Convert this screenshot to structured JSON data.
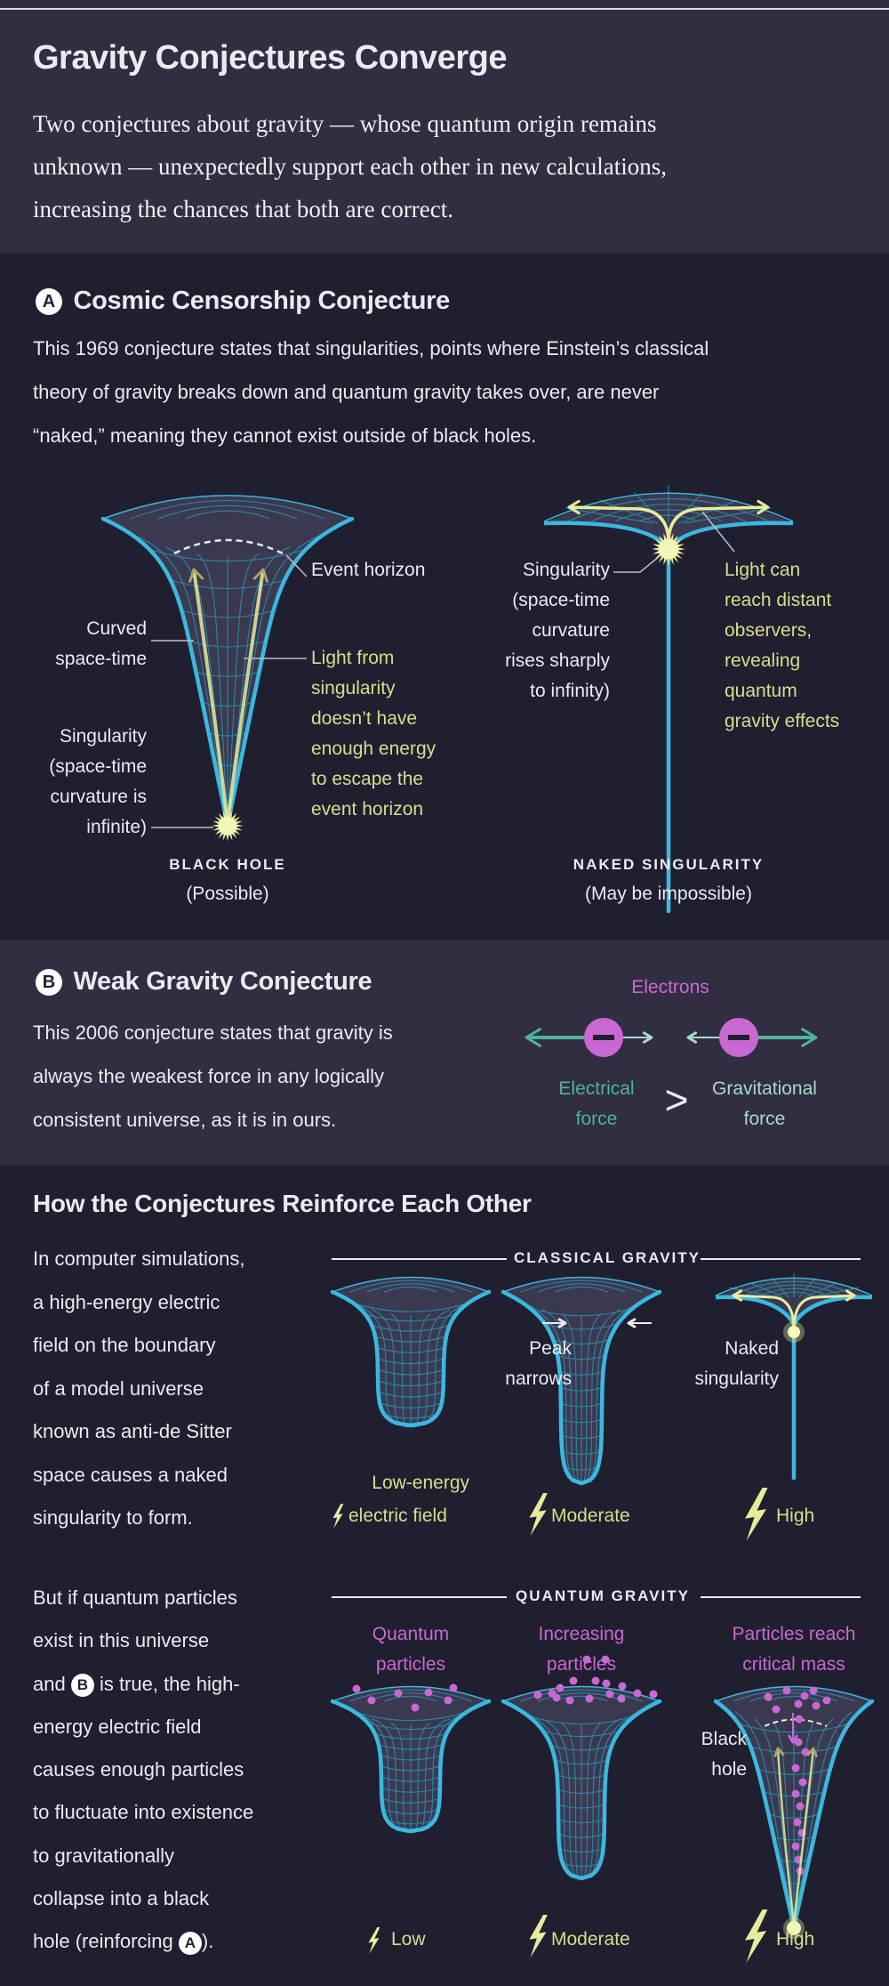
{
  "header": {
    "title": "Gravity Conjectures Converge",
    "subtitle_lines": [
      "Two conjectures about gravity — whose quantum origin remains",
      "unknown — unexpectedly support each other in new calculations,",
      "increasing the chances that both are correct."
    ]
  },
  "section_a": {
    "badge": "A",
    "heading": "Cosmic Censorship Conjecture",
    "body_lines": [
      "This 1969 conjecture states that singularities, points where Einstein’s classical",
      "theory of gravity breaks down and quantum gravity takes over, are never",
      "“naked,” meaning they cannot exist outside of black holes."
    ],
    "black_hole": {
      "event_horizon": "Event horizon",
      "curved_lines": [
        "Curved",
        "space-time"
      ],
      "light_lines": [
        "Light from",
        "singularity",
        "doesn’t have",
        "enough energy",
        "to escape the",
        "event horizon"
      ],
      "singularity_lines": [
        "Singularity",
        "(space-time",
        "curvature is",
        "infinite)"
      ],
      "title": "BLACK HOLE",
      "subtitle": "(Possible)"
    },
    "naked": {
      "singularity_lines": [
        "Singularity",
        "(space-time",
        "curvature",
        "rises sharply",
        "to infinity)"
      ],
      "light_lines": [
        "Light can",
        "reach distant",
        "observers,",
        "revealing",
        "quantum",
        "gravity effects"
      ],
      "title": "NAKED SINGULARITY",
      "subtitle": "(May be impossible)"
    }
  },
  "section_b": {
    "badge": "B",
    "heading": "Weak Gravity Conjecture",
    "body_lines": [
      "This 2006 conjecture states that gravity is",
      "always the weakest force in any logically",
      "consistent universe, as it is in ours."
    ],
    "electrons_label": "Electrons",
    "electrical_lines": [
      "Electrical",
      "force"
    ],
    "comparator": ">",
    "gravitational_lines": [
      "Gravitational",
      "force"
    ]
  },
  "section_c": {
    "heading": "How the Conjectures Reinforce Each Other",
    "classical_text_lines": [
      "In computer simulations,",
      "a high-energy electric",
      "field on the boundary",
      "of a model universe",
      "known as anti-de Sitter",
      "space causes a naked",
      "singularity to form."
    ],
    "classical": {
      "label": "CLASSICAL GRAVITY",
      "peak_lines": [
        "Peak",
        "narrows"
      ],
      "naked_lines": [
        "Naked",
        "singularity"
      ],
      "low_label_top": "Low-energy",
      "low_label": "electric field",
      "moderate_label": "Moderate",
      "high_label": "High"
    },
    "quantum_text": {
      "lines_top": [
        "But if quantum particles",
        "exist in this universe"
      ],
      "line3_pre": "and ",
      "line3_badge": "B",
      "line3_post": " is true, the high-",
      "lines_mid": [
        "energy electric field",
        "causes enough particles",
        "to fluctuate into existence",
        "to gravitationally",
        "collapse into a black"
      ],
      "last_pre": "hole (reinforcing ",
      "last_badge": "A",
      "last_post": ")."
    },
    "quantum": {
      "label": "QUANTUM GRAVITY",
      "col1_lines": [
        "Quantum",
        "particles"
      ],
      "col2_lines": [
        "Increasing",
        "particles"
      ],
      "col3_lines": [
        "Particles reach",
        "critical mass"
      ],
      "black_hole_lines": [
        "Black",
        "hole"
      ],
      "low_label": "Low",
      "moderate_label": "Moderate",
      "high_label": "High"
    }
  },
  "colors": {
    "header_bg": "#302e40",
    "dark_bg": "#201f30",
    "spacetime": "#3bb8e0",
    "light": "#e8eb9c",
    "electron": "#c968d2",
    "force": "#4fb39a"
  }
}
